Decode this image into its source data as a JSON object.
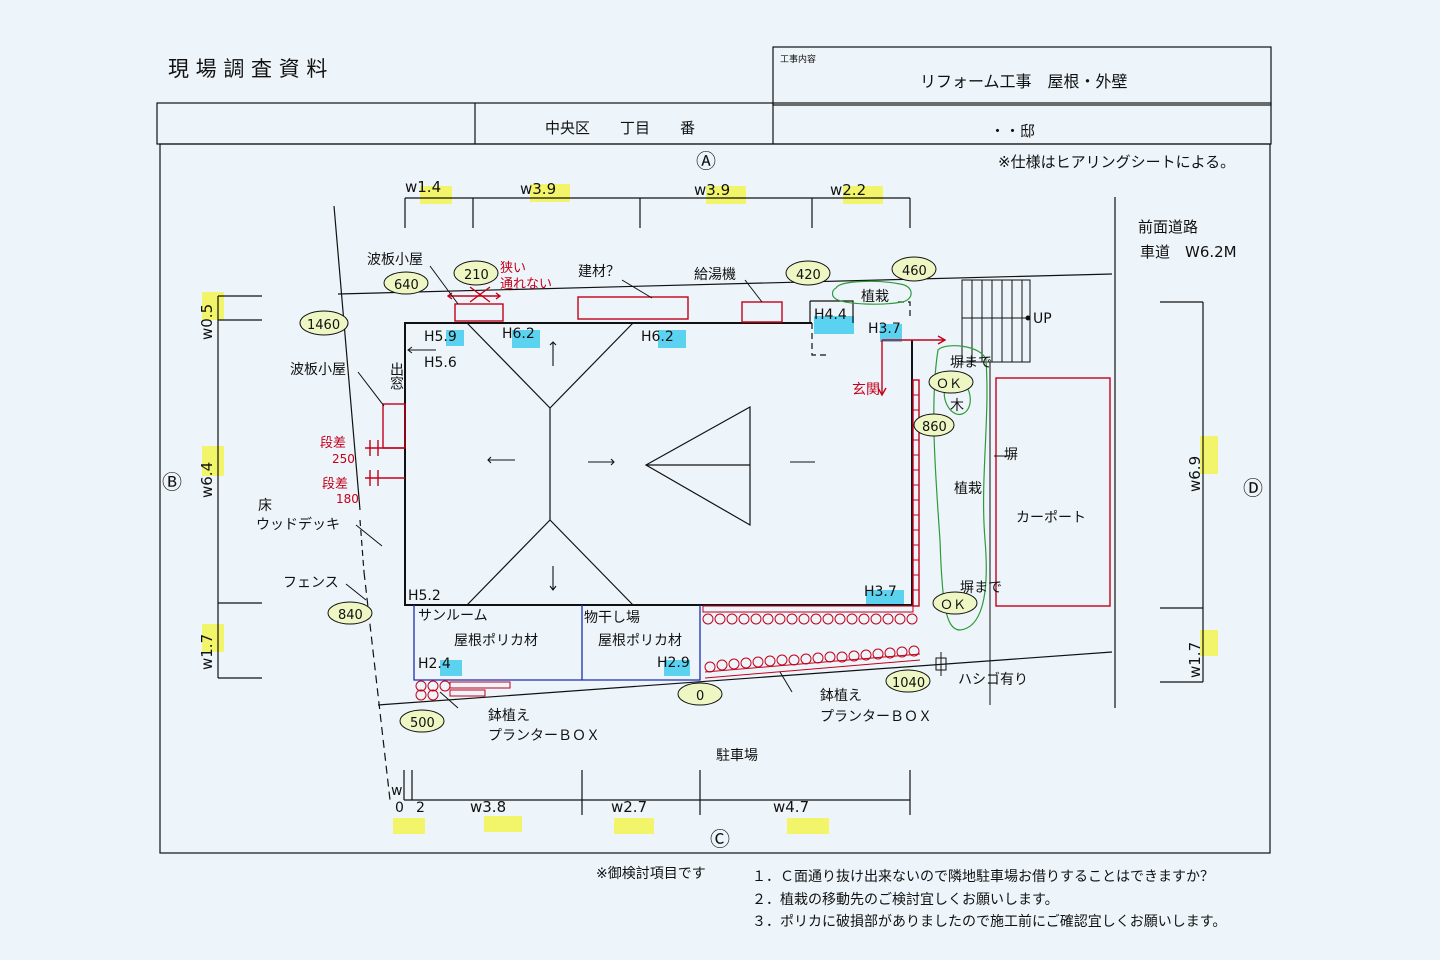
{
  "header": {
    "title": "現 場 調 査 資 料",
    "work_label": "工事内容",
    "work_content": "リフォーム工事　屋根・外壁",
    "address": "中央区　　丁目　　番",
    "owner": "・・邸",
    "spec_note": "※仕様はヒアリングシートによる。"
  },
  "compass": {
    "a": "Ⓐ",
    "b": "Ⓑ",
    "c": "Ⓒ",
    "d": "Ⓓ"
  },
  "road": {
    "label": "前面道路",
    "width": "車道　W6.2M"
  },
  "top_widths": {
    "w1": "w1.4",
    "w2": "w3.9",
    "w3": "w3.9",
    "w4": "w2.2"
  },
  "left_widths": {
    "w1": "w0.5",
    "w2": "w6.4",
    "w3": "w1.7"
  },
  "right_widths": {
    "w1": "w6.9",
    "w2": "w1.7"
  },
  "bottom_widths": {
    "w0a": "w",
    "w0b": "0",
    "w1": "2",
    "w2": "w3.8",
    "w3": "w2.7",
    "w4": "w4.7"
  },
  "distances": {
    "d640": "640",
    "d210": "210",
    "d420": "420",
    "d460": "460",
    "d1460": "1460",
    "d860": "860",
    "d840": "840",
    "d500": "500",
    "d0": "0",
    "d1040": "1040",
    "ok1": "ＯＫ",
    "ok2": "ＯＫ"
  },
  "heights": {
    "h59": "H5.9",
    "h56": "H5.6",
    "h62a": "H6.2",
    "h62b": "H6.2",
    "h44": "H4.4",
    "h37a": "H3.7",
    "h37b": "H3.7",
    "h52": "H5.2",
    "h24": "H2.4",
    "h29": "H2.9"
  },
  "labels": {
    "shed1": "波板小屋",
    "shed2": "波板小屋",
    "narrow1": "狭い",
    "narrow2": "通れない",
    "material": "建材？",
    "water_heater": "給湯機",
    "planting_top": "植栽",
    "up": "UP",
    "to_fence1": "塀まで",
    "tree": "木",
    "entrance": "玄関",
    "fence_r": "塀",
    "planting_r": "植栽",
    "carport": "カーポート",
    "to_fence2": "塀まで",
    "window_bay": "出窓",
    "step1": "段差",
    "step1v": "250",
    "step2": "段差",
    "step2v": "180",
    "floor": "床",
    "wood_deck": "ウッドデッキ",
    "fence": "フェンス",
    "sunroom": "サンルーム",
    "sunroom_roof": "屋根ポリカ材",
    "drying": "物干し場",
    "drying_roof": "屋根ポリカ材",
    "planter1a": "鉢植え",
    "planter1b": "プランターＢＯＸ",
    "planter2a": "鉢植え",
    "planter2b": "プランターＢＯＸ",
    "ladder": "ハシゴ有り",
    "parking": "駐車場"
  },
  "notes": {
    "heading": "※御検討項目です",
    "item1": "１．Ｃ面通り抜け出来ないので隣地駐車場お借りすることはできますか？",
    "item2": "２．植栽の移動先のご検討宜しくお願いします。",
    "item3": "３．ポリカに破損部がありましたので施工前にご確認宜しくお願いします。"
  },
  "colors": {
    "line": "#111111",
    "red": "#c4001a",
    "blue": "#1a2fb0",
    "green": "#2e9a3a",
    "highlight_yellow": "#f2f56a",
    "highlight_blue": "#5bd3f0",
    "oval_fill": "#eef6c4"
  }
}
